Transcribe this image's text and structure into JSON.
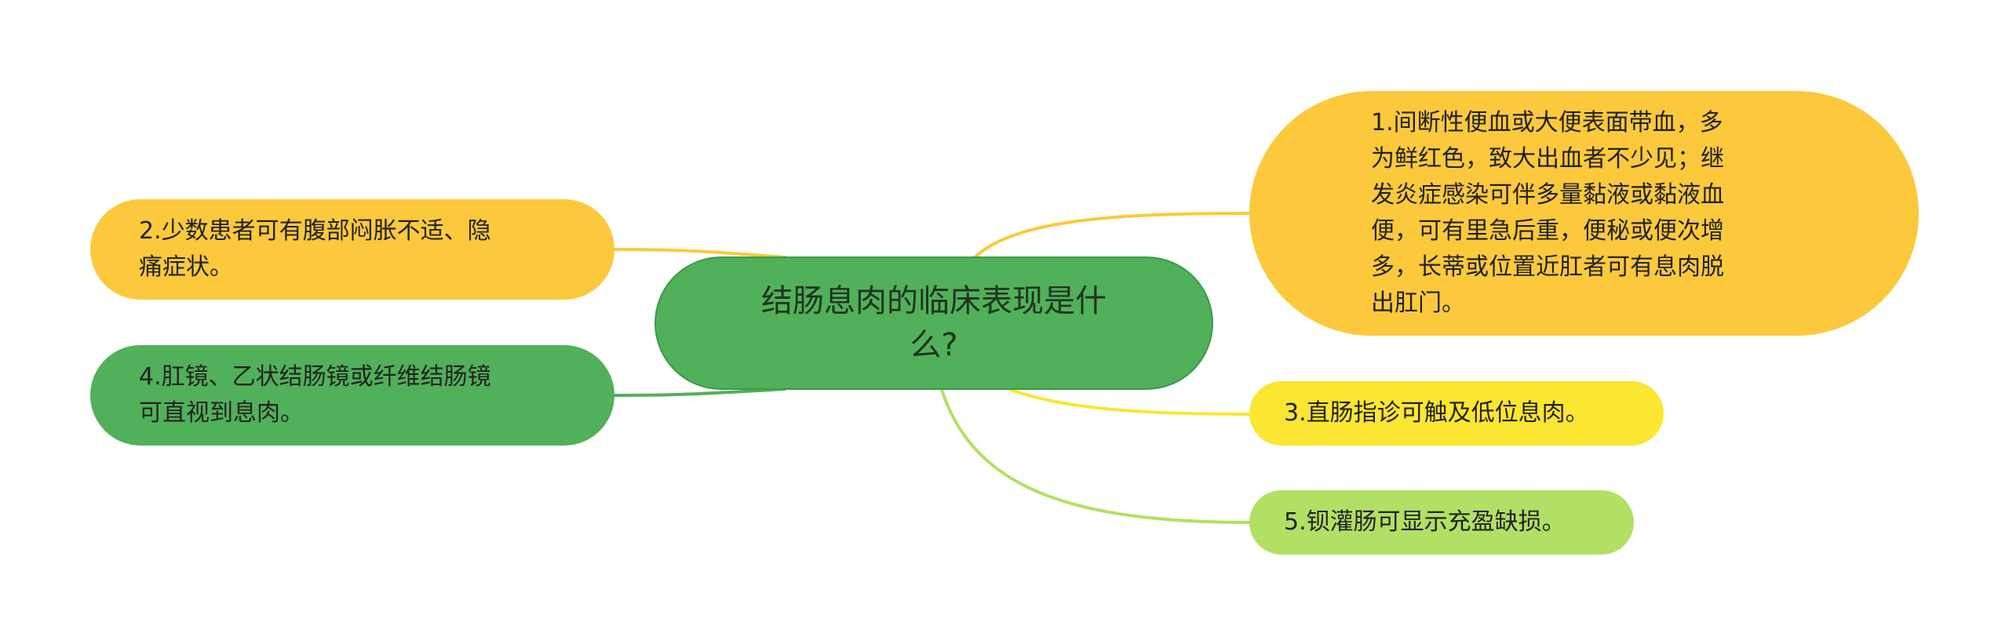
{
  "colors": {
    "background": "#ffffff",
    "center": "#51b05a",
    "orange": "#fcc93d",
    "yellow": "#fbe631",
    "green": "#51b05a",
    "lightgreen": "#b2e064"
  },
  "center": {
    "text": "结肠息肉的临床表现是什\n么?"
  },
  "branches": [
    {
      "id": "1",
      "side": "right",
      "color": "#fcc93d",
      "text": "1.间断性便血或大便表面带血，多\n为鲜红色，致大出血者不少见；继\n发炎症感染可伴多量黏液或黏液血\n便，可有里急后重，便秘或便次增\n多，长蒂或位置近肛者可有息肉脱\n出肛门。"
    },
    {
      "id": "2",
      "side": "left",
      "color": "#fcc93d",
      "text": "2.少数患者可有腹部闷胀不适、隐\n痛症状。"
    },
    {
      "id": "3",
      "side": "right",
      "color": "#fbe631",
      "text": "3.直肠指诊可触及低位息肉。"
    },
    {
      "id": "4",
      "side": "left",
      "color": "#51b05a",
      "text": "4.肛镜、乙状结肠镜或纤维结肠镜\n可直视到息肉。"
    },
    {
      "id": "5",
      "side": "right",
      "color": "#b2e064",
      "text": "5.钡灌肠可显示充盈缺损。"
    }
  ]
}
